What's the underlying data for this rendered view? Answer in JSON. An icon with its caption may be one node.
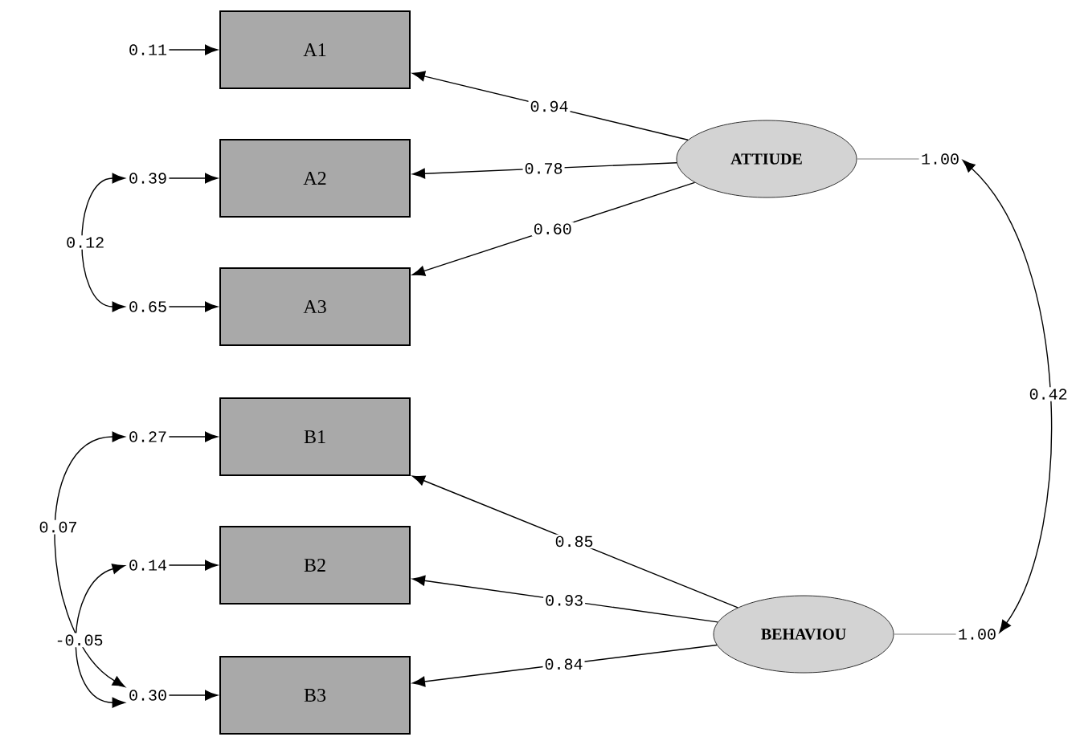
{
  "diagram": {
    "nodes": [
      {
        "text": [
          "A1"
        ]
      },
      {
        "text": [
          "A2"
        ]
      },
      {
        "text": [
          "A3"
        ]
      },
      {
        "text": [
          "B1"
        ]
      },
      {
        "text": [
          "B2"
        ]
      },
      {
        "text": [
          "B3"
        ]
      },
      {
        "text": [
          "ATTIUDE"
        ]
      },
      {
        "text": [
          "BEHAVIOU"
        ]
      },
      {
        "text": [
          "0.11"
        ]
      },
      {
        "text": [
          "0.39"
        ]
      },
      {
        "text": [
          "0.65"
        ]
      },
      {
        "text": [
          "0.27"
        ]
      },
      {
        "text": [
          "0.14"
        ]
      },
      {
        "text": [
          "0.30"
        ]
      },
      {
        "text": [
          "1.00"
        ]
      },
      {
        "text": [
          "1.00"
        ]
      }
    ],
    "edges": [
      {
        "from": 8,
        "to": 0,
        "arrow": "to"
      },
      {
        "from": 9,
        "to": 1,
        "arrow": "to"
      },
      {
        "from": 10,
        "to": 2,
        "arrow": "to"
      },
      {
        "from": 11,
        "to": 3,
        "arrow": "to"
      },
      {
        "from": 12,
        "to": 4,
        "arrow": "to"
      },
      {
        "from": 13,
        "to": 5,
        "arrow": "to"
      },
      {
        "from": 6,
        "to": 0,
        "arrow": "to",
        "label": "0.94"
      },
      {
        "from": 6,
        "to": 1,
        "arrow": "to",
        "label": "0.78"
      },
      {
        "from": 6,
        "to": 2,
        "arrow": "to",
        "label": "0.60"
      },
      {
        "from": 7,
        "to": 3,
        "arrow": "to",
        "label": "0.85"
      },
      {
        "from": 7,
        "to": 4,
        "arrow": "to",
        "label": "0.93"
      },
      {
        "from": 7,
        "to": 5,
        "arrow": "to",
        "label": "0.84"
      },
      {
        "from": 9,
        "to": 10,
        "arrow": "both",
        "label": "0.12"
      },
      {
        "from": 11,
        "to": 13,
        "arrow": "both",
        "label": "0.07"
      },
      {
        "from": 12,
        "to": 13,
        "arrow": "both",
        "label": "-0.05"
      },
      {
        "from": 6,
        "to": 14,
        "arrow": "none",
        "color": "#a8a8a8"
      },
      {
        "from": 7,
        "to": 15,
        "arrow": "none",
        "color": "#a8a8a8"
      },
      {
        "from": 14,
        "to": 15,
        "arrow": "both",
        "label": "0.42"
      }
    ]
  }
}
